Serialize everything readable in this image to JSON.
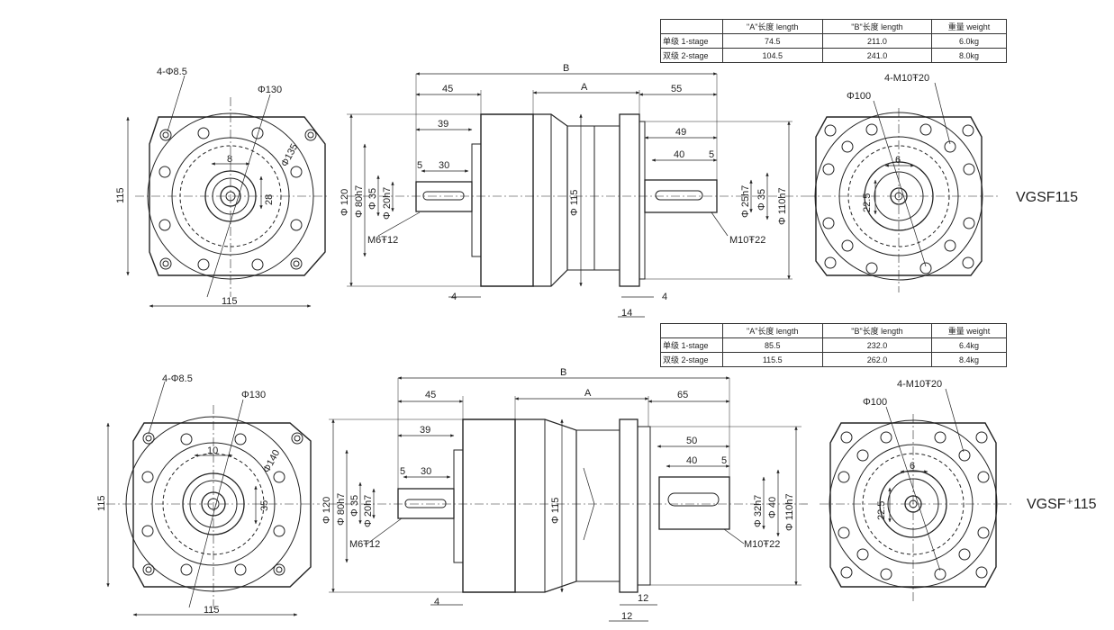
{
  "tables": [
    {
      "header": [
        "",
        "\"A\"长度 length",
        "\"B\"长度  length",
        "重量 weight"
      ],
      "rows": [
        [
          "单级 1-stage",
          "74.5",
          "211.0",
          "6.0kg"
        ],
        [
          "双级 2-stage",
          "104.5",
          "241.0",
          "8.0kg"
        ]
      ]
    },
    {
      "header": [
        "",
        "\"A\"长度 length",
        "\"B\"长度  length",
        "重量 weight"
      ],
      "rows": [
        [
          "单级 1-stage",
          "85.5",
          "232.0",
          "6.4kg"
        ],
        [
          "双级 2-stage",
          "115.5",
          "262.0",
          "8.4kg"
        ]
      ]
    }
  ],
  "top": {
    "model": "VGSF115",
    "flange": {
      "holes": "4-Φ8.5",
      "pcd": "Φ130",
      "height": "115",
      "width": "115",
      "key_w": "8",
      "key_h": "28",
      "side_dia": "Φ135"
    },
    "side": {
      "B": "B",
      "A": "A",
      "d45": "45",
      "d55": "55",
      "d39": "39",
      "d49": "49",
      "d5a": "5",
      "d30": "30",
      "d40": "40",
      "d5b": "5",
      "phi120": "Φ 120",
      "phi80": "Φ 80h7",
      "phi35a": "Φ 35",
      "phi20": "Φ 20h7",
      "phi115": "Φ 115",
      "phi25": "Φ 25h7",
      "phi35b": "Φ 35",
      "phi110": "Φ 110h7",
      "m6": "M6Ŧ12",
      "m10": "M10Ŧ22",
      "d4a": "4",
      "d4b": "4",
      "d14": "14"
    },
    "output": {
      "holes": "4-M10Ŧ20",
      "pcd": "Φ100",
      "key": "6",
      "dim": "22.5"
    }
  },
  "bottom": {
    "model": "VGSF⁺115",
    "flange": {
      "holes": "4-Φ8.5",
      "pcd": "Φ130",
      "height": "115",
      "width": "115",
      "key_w": "10",
      "key_h": "35",
      "side_dia": "Φ140"
    },
    "side": {
      "B": "B",
      "A": "A",
      "d45": "45",
      "d65": "65",
      "d39": "39",
      "d50": "50",
      "d5a": "5",
      "d30": "30",
      "d40": "40",
      "d5b": "5",
      "phi120": "Φ 120",
      "phi80": "Φ 80h7",
      "phi35a": "Φ 35",
      "phi20": "Φ 20h7",
      "phi115": "Φ 115",
      "phi32": "Φ 32h7",
      "phi40": "Φ 40",
      "phi110": "Φ 110h7",
      "m6": "M6Ŧ12",
      "m10": "M10Ŧ22",
      "d4": "4",
      "d12a": "12",
      "d12b": "12"
    },
    "output": {
      "holes": "4-M10Ŧ20",
      "pcd": "Φ100",
      "key": "6",
      "dim": "22.5"
    }
  }
}
